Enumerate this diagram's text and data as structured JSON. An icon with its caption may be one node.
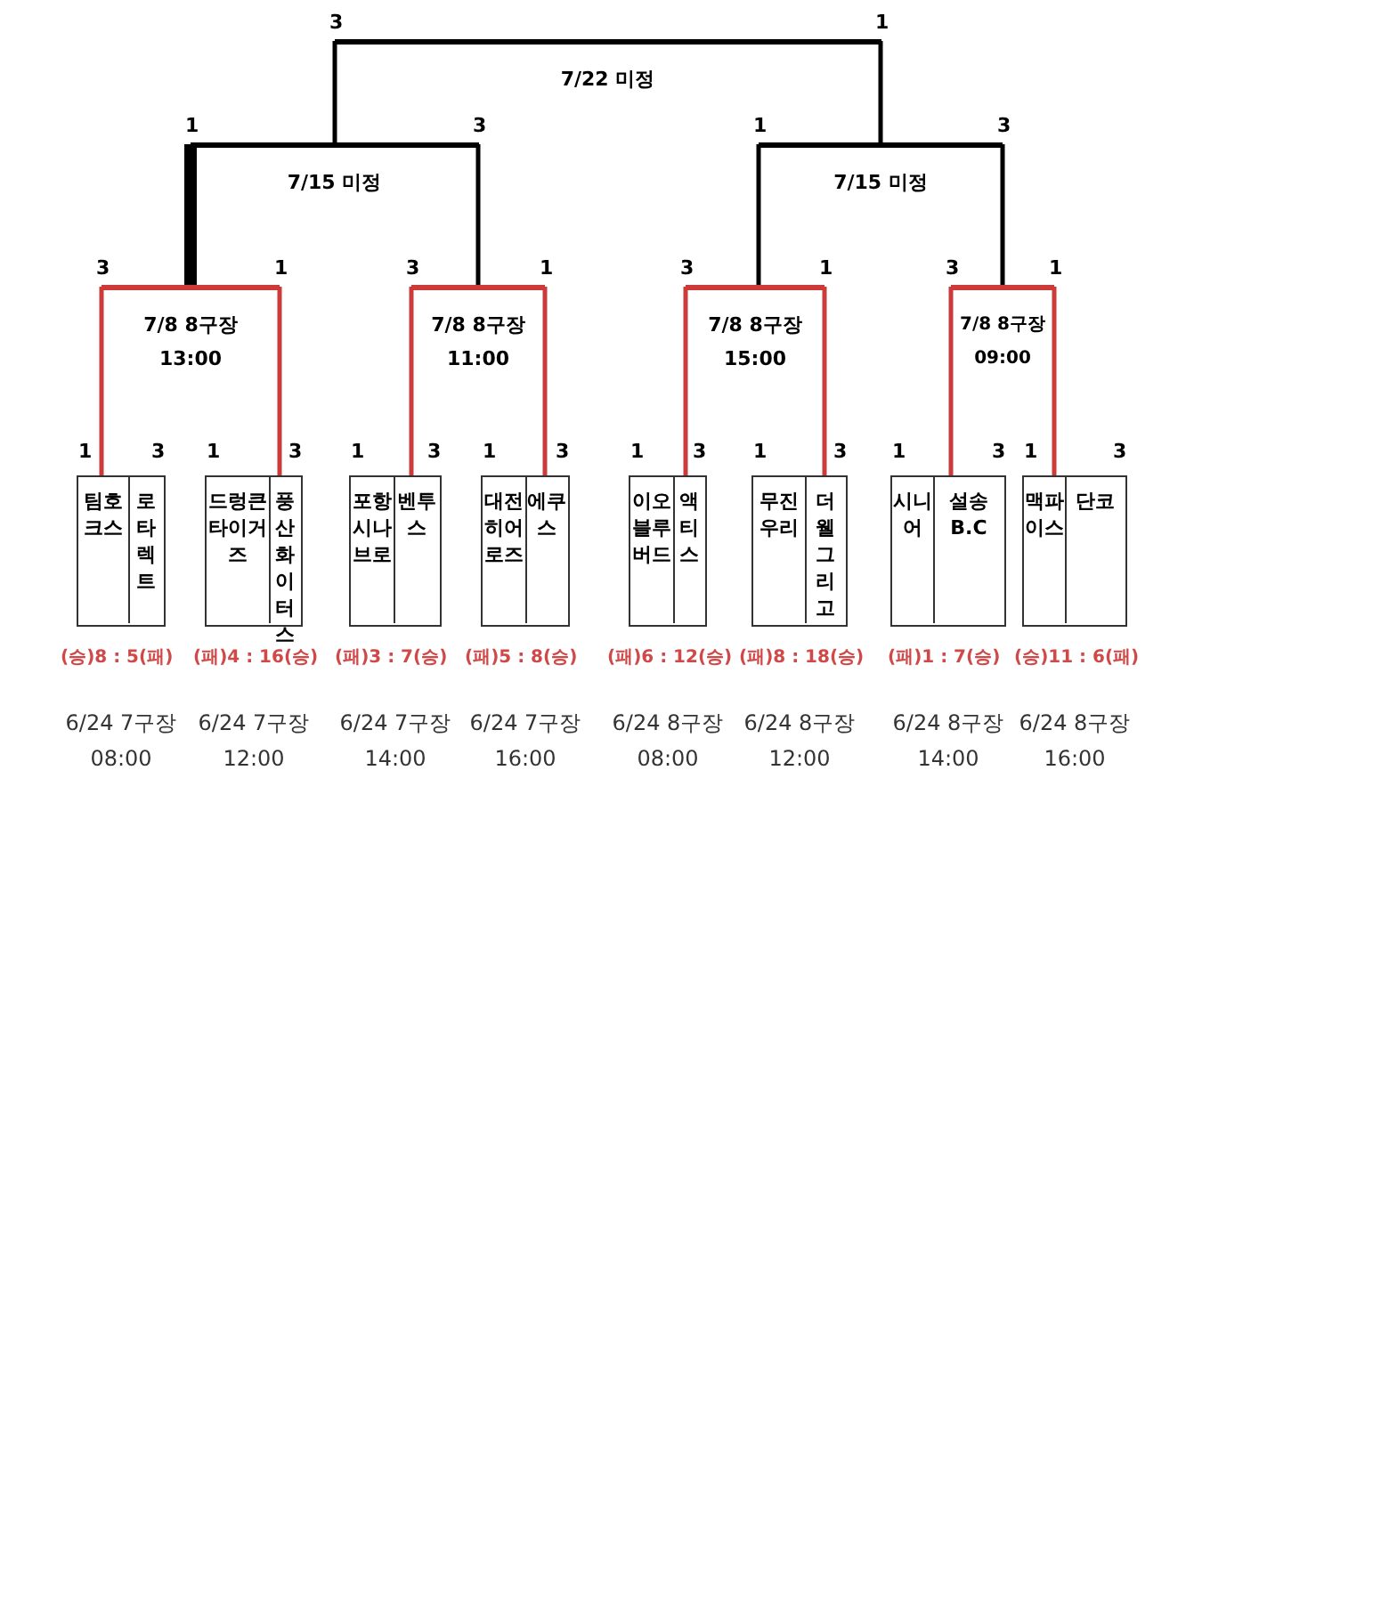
{
  "diagram": {
    "nodes": [
      {
        "text": [
          "7/22 미정"
        ],
        "beside": [
          "3",
          "1"
        ]
      },
      {
        "text": [
          "7/15 미정"
        ],
        "beside": [
          "1",
          "3"
        ]
      },
      {
        "text": [
          "7/15 미정"
        ],
        "beside": [
          "1",
          "3"
        ]
      },
      {
        "text": [
          "7/8 8구장",
          "13:00"
        ],
        "beside": [
          "3",
          "1"
        ]
      },
      {
        "text": [
          "7/8 8구장",
          "11:00"
        ],
        "beside": [
          "3",
          "1"
        ]
      },
      {
        "text": [
          "7/8 8구장",
          "15:00"
        ],
        "beside": [
          "3",
          "1"
        ]
      },
      {
        "text": [
          "7/8 8구장",
          "09:00"
        ],
        "beside": [
          "3",
          "1"
        ]
      },
      {
        "text": [],
        "shape": "box",
        "beside": [
          "(승)8 : 5(패)",
          "6/24 7구장 08:00"
        ]
      },
      {
        "text": [
          "팀호크스"
        ],
        "in": 7,
        "beside": [
          "1"
        ]
      },
      {
        "text": [
          "로타렉트"
        ],
        "in": 7,
        "beside": [
          "3"
        ]
      },
      {
        "text": [],
        "shape": "box",
        "beside": [
          "(패)4 : 16(승)",
          "6/24 7구장 12:00"
        ]
      },
      {
        "text": [
          "드렁큰타이거즈"
        ],
        "in": 10,
        "beside": [
          "1"
        ]
      },
      {
        "text": [
          "풍산화이터스"
        ],
        "in": 10,
        "beside": [
          "3"
        ]
      },
      {
        "text": [],
        "shape": "box",
        "beside": [
          "(패)3 : 7(승)",
          "6/24 7구장 14:00"
        ]
      },
      {
        "text": [
          "포항시나브로"
        ],
        "in": 13,
        "beside": [
          "1"
        ]
      },
      {
        "text": [
          "벤투스"
        ],
        "in": 13,
        "beside": [
          "3"
        ]
      },
      {
        "text": [],
        "shape": "box",
        "beside": [
          "(패)5 : 8(승)",
          "6/24 7구장 16:00"
        ]
      },
      {
        "text": [
          "대전히어로즈"
        ],
        "in": 16,
        "beside": [
          "1"
        ]
      },
      {
        "text": [
          "에쿠스"
        ],
        "in": 16,
        "beside": [
          "3"
        ]
      },
      {
        "text": [],
        "shape": "box",
        "beside": [
          "(패)6 : 12(승)",
          "6/24 8구장 08:00"
        ]
      },
      {
        "text": [
          "이오블루버드"
        ],
        "in": 19,
        "beside": [
          "1"
        ]
      },
      {
        "text": [
          "액티스"
        ],
        "in": 19,
        "beside": [
          "3"
        ]
      },
      {
        "text": [],
        "shape": "box",
        "beside": [
          "(패)8 : 18(승)",
          "6/24 8구장 12:00"
        ]
      },
      {
        "text": [
          "무진우리"
        ],
        "in": 22,
        "beside": [
          "1"
        ]
      },
      {
        "text": [
          "더웰그리고"
        ],
        "in": 22,
        "beside": [
          "3"
        ]
      },
      {
        "text": [],
        "shape": "box",
        "beside": [
          "(패)1 : 7(승)",
          "6/24 8구장 14:00"
        ]
      },
      {
        "text": [
          "시니어"
        ],
        "in": 25,
        "beside": [
          "1"
        ]
      },
      {
        "text": [
          "설송 B.C"
        ],
        "in": 25,
        "beside": [
          "3"
        ]
      },
      {
        "text": [],
        "shape": "box",
        "beside": [
          "(승)11 : 6(패)",
          "6/24 8구장 16:00"
        ]
      },
      {
        "text": [
          "맥파이스"
        ],
        "in": 28,
        "beside": [
          "1"
        ]
      },
      {
        "text": [
          "단코"
        ],
        "in": 28,
        "beside": [
          "3"
        ]
      }
    ],
    "edges": [
      {
        "from": 8,
        "to": 3,
        "arrow": "none"
      },
      {
        "from": 12,
        "to": 3,
        "arrow": "none"
      },
      {
        "from": 15,
        "to": 4,
        "arrow": "none"
      },
      {
        "from": 18,
        "to": 4,
        "arrow": "none"
      },
      {
        "from": 21,
        "to": 5,
        "arrow": "none"
      },
      {
        "from": 24,
        "to": 5,
        "arrow": "none"
      },
      {
        "from": 27,
        "to": 6,
        "arrow": "none"
      },
      {
        "from": 29,
        "to": 6,
        "arrow": "none"
      },
      {
        "from": 3,
        "to": 1,
        "arrow": "none",
        "style": "thick",
        "color": "#000000"
      },
      {
        "from": 4,
        "to": 1,
        "arrow": "none",
        "color": "#000000"
      },
      {
        "from": 5,
        "to": 2,
        "arrow": "none",
        "color": "#000000"
      },
      {
        "from": 6,
        "to": 2,
        "arrow": "none",
        "color": "#000000"
      },
      {
        "from": 1,
        "to": 0,
        "arrow": "none",
        "color": "#000000"
      },
      {
        "from": 2,
        "to": 0,
        "arrow": "none",
        "color": "#000000"
      }
    ]
  }
}
